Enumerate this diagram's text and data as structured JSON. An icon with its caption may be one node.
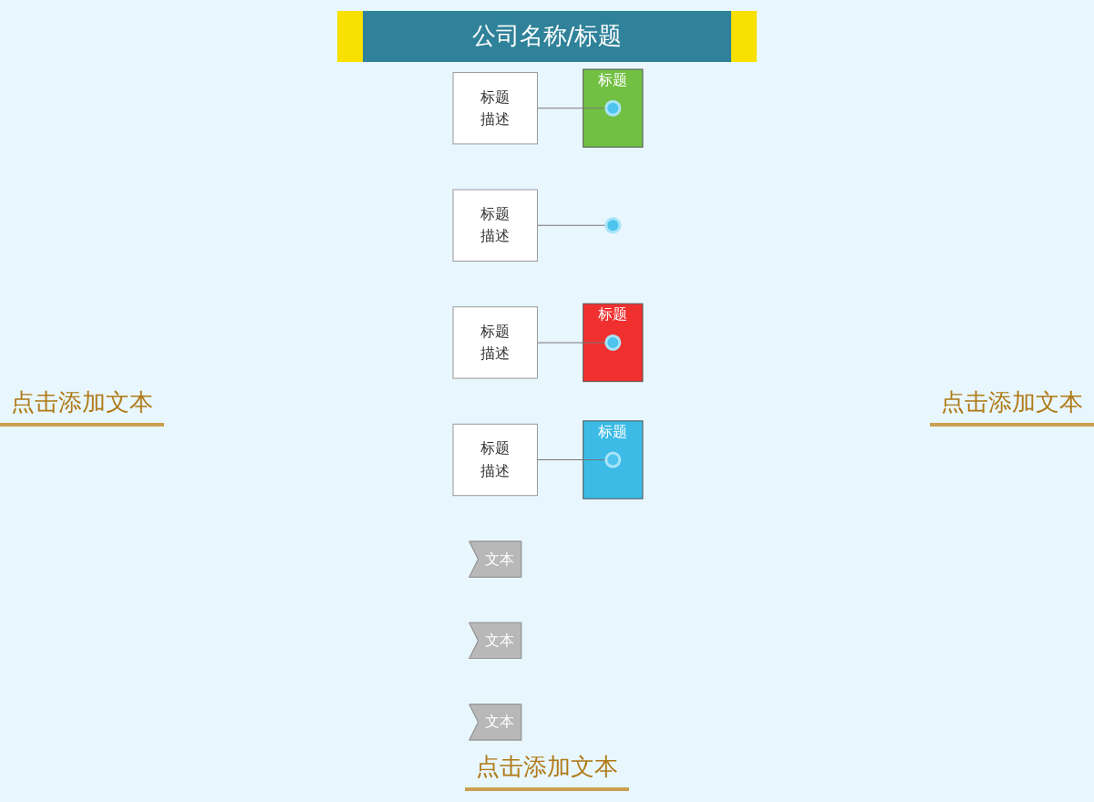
{
  "diagram": {
    "title": "公司名称/标题",
    "nodes": [
      {
        "text": [
          "标题",
          "描述"
        ]
      },
      {
        "text": [
          "标题",
          "描述"
        ]
      },
      {
        "text": [
          "标题",
          "描述"
        ]
      },
      {
        "text": [
          "标题",
          "描述"
        ]
      },
      {
        "text": [
          "标题"
        ]
      },
      {
        "text": [
          "标题"
        ]
      },
      {
        "text": [
          "标题"
        ]
      },
      {
        "text": [],
        "shape": "circle",
        "in": 4
      },
      {
        "text": [],
        "shape": "circle"
      },
      {
        "text": [],
        "shape": "circle",
        "in": 5
      },
      {
        "text": [],
        "shape": "circle",
        "in": 6
      },
      {
        "text": [
          "文本"
        ]
      },
      {
        "text": [
          "文本"
        ]
      },
      {
        "text": [
          "文本"
        ]
      }
    ],
    "edges": [
      {
        "from": 0,
        "to": 7,
        "arrow": "none"
      },
      {
        "from": 1,
        "to": 8,
        "arrow": "none"
      },
      {
        "from": 2,
        "to": 9,
        "arrow": "none"
      },
      {
        "from": 3,
        "to": 10,
        "arrow": "none"
      }
    ],
    "labels": [
      "点击添加文本",
      "点击添加文本",
      "点击添加文本"
    ]
  }
}
